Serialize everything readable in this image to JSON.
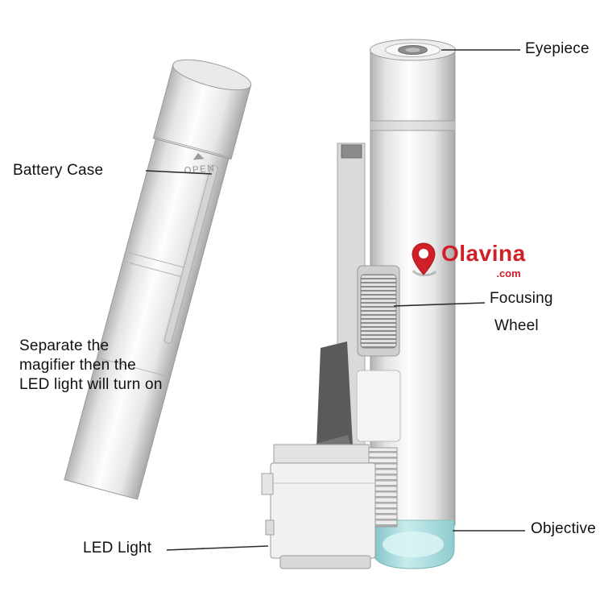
{
  "annotations": {
    "eyepiece": {
      "label": "Eyepiece"
    },
    "battery_case": {
      "label": "Battery Case"
    },
    "focusing_wheel": {
      "line1": "Focusing",
      "line2": "Wheel"
    },
    "note": {
      "line1": "Separate the",
      "line2": "magifier then the",
      "line3": "LED light will turn on"
    },
    "led_light": {
      "label": "LED Light"
    },
    "objective": {
      "label": "Objective"
    }
  },
  "watermark": {
    "brand": "Olavina",
    "suffix": ".com"
  },
  "device": {
    "open_marking": "OPEN"
  },
  "colors": {
    "label_text": "#111111",
    "leader_line": "#2b2b2b",
    "brand_red": "#d02027",
    "objective_teal": "#9ed7d8"
  }
}
